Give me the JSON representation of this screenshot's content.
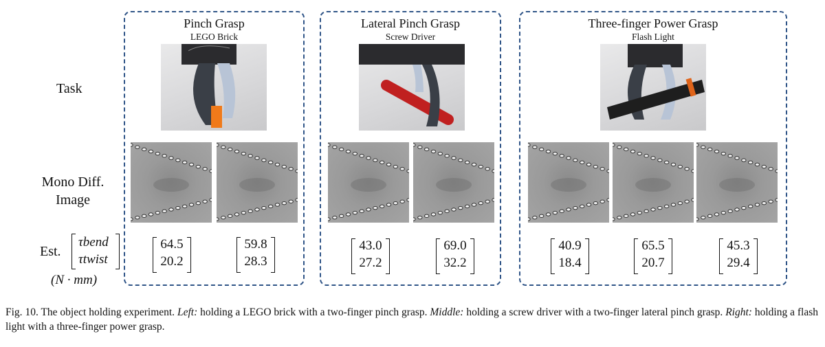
{
  "row_labels": {
    "task": "Task",
    "mono_line1": "Mono Diff.",
    "mono_line2": "Image",
    "est_prefix": "Est.",
    "tau_bend": "τbend",
    "tau_twist": "τtwist",
    "unit": "(N · mm)"
  },
  "panels": [
    {
      "title": "Pinch Grasp",
      "subtitle": "LEGO Brick",
      "values": [
        {
          "bend": "64.5",
          "twist": "20.2"
        },
        {
          "bend": "59.8",
          "twist": "28.3"
        }
      ]
    },
    {
      "title": "Lateral Pinch Grasp",
      "subtitle": "Screw Driver",
      "values": [
        {
          "bend": "43.0",
          "twist": "27.2"
        },
        {
          "bend": "69.0",
          "twist": "32.2"
        }
      ]
    },
    {
      "title": "Three-finger Power Grasp",
      "subtitle": "Flash Light",
      "values": [
        {
          "bend": "40.9",
          "twist": "18.4"
        },
        {
          "bend": "65.5",
          "twist": "20.7"
        },
        {
          "bend": "45.3",
          "twist": "29.4"
        }
      ]
    }
  ],
  "caption": {
    "prefix": "Fig. 10.   The object holding experiment. ",
    "left_label": "Left:",
    "left_text": "  holding a LEGO brick with a two-finger pinch grasp. ",
    "middle_label": "Middle:",
    "middle_text": "  holding a screw driver with a two-finger lateral pinch grasp. ",
    "right_label": "Right:",
    "right_text": "  holding a flash light with a three-finger power grasp."
  },
  "colors": {
    "panel_border": "#2f5487",
    "gripper_dark": "#3a3f47",
    "gripper_light": "#b8c4d6",
    "lego_orange": "#f07a1a",
    "screwdriver_red": "#c02020"
  }
}
